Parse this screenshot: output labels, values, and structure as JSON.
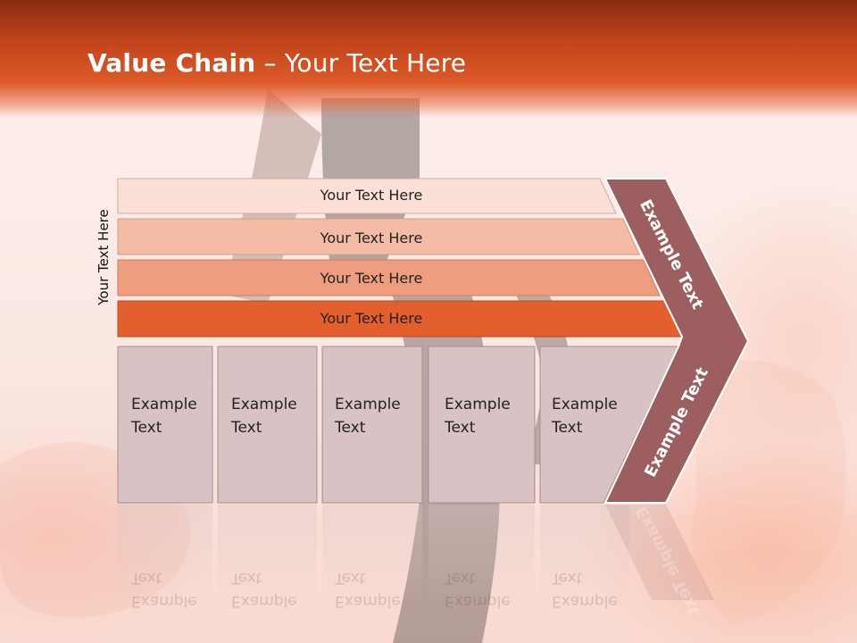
{
  "title": {
    "bold": "Value Chain",
    "rest": " – Your Text Here"
  },
  "side_label": "Your Text Here",
  "rows": [
    {
      "label": "Your Text Here",
      "color": "#fbe0d8"
    },
    {
      "label": "Your Text Here",
      "color": "#f5bca5"
    },
    {
      "label": "Your Text Here",
      "color": "#ee9e7f"
    },
    {
      "label": "Your Text Here",
      "color": "#e35f2e"
    }
  ],
  "boxes": [
    {
      "line1": "Example",
      "line2": "Text"
    },
    {
      "line1": "Example",
      "line2": "Text"
    },
    {
      "line1": "Example",
      "line2": "Text"
    },
    {
      "line1": "Example",
      "line2": "Text"
    },
    {
      "line1": "Example",
      "line2": "Text"
    }
  ],
  "chevron": {
    "upper_label": "Example Text",
    "lower_label": "Example Text",
    "color": "#9c5e5e"
  },
  "colors": {
    "header": "#c1441c",
    "box_fill": "#d8c2c4",
    "box_border": "#a58e90"
  }
}
